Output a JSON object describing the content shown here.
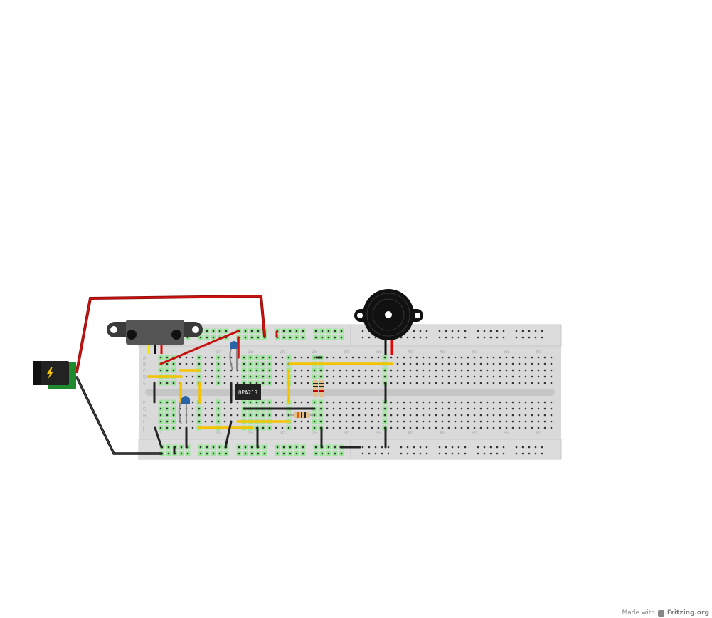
{
  "breadboard": {
    "row_letters_top": [
      "A",
      "B",
      "C",
      "D",
      "E"
    ],
    "row_letters_bottom": [
      "F",
      "G",
      "H",
      "I",
      "J"
    ],
    "column_numbers": [
      "1",
      "5",
      "10",
      "15",
      "20",
      "25",
      "30",
      "35",
      "40",
      "45",
      "50",
      "55",
      "60"
    ]
  },
  "chip": {
    "label": "OPA213"
  },
  "watermark": {
    "made_with": "Made with",
    "brand": "Fritzing.org"
  },
  "colors": {
    "wire_red": "#c8120f",
    "wire_black": "#222222",
    "wire_yellow": "#f5c400",
    "board": "#d9d9d9",
    "highlight": "#9be59b"
  }
}
